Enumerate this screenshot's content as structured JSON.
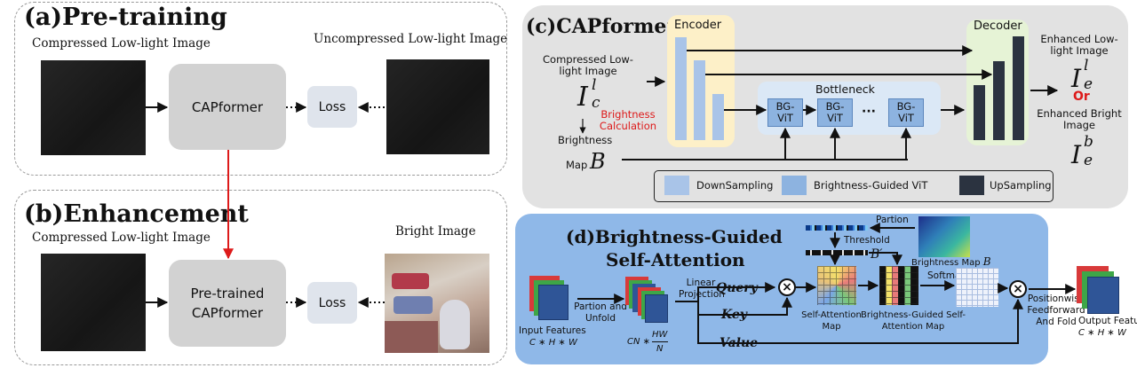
{
  "panel_a": {
    "title": "(a)Pre-training",
    "input_caption": "Compressed Low-light Image",
    "output_caption": "Uncompressed Low-light Image",
    "model_label": "CAPformer",
    "loss_label": "Loss"
  },
  "panel_b": {
    "title": "(b)Enhancement",
    "input_caption": "Compressed Low-light Image",
    "output_caption": "Bright Image",
    "model_label": "Pre-trained CAPformer",
    "loss_label": "Loss"
  },
  "panel_c": {
    "title": "(c)CAPformer",
    "encoder_label": "Encoder",
    "decoder_label": "Decoder",
    "bottleneck_label": "Bottleneck",
    "input_caption": "Compressed Low-light Image",
    "input_symbol": "I",
    "input_sup": "l",
    "input_sub": "c",
    "brightness_calc": "Brightness Calculation",
    "brightness_word": "Brightness",
    "map_word": "Map",
    "map_symbol": "B",
    "bgvit_label": "BG-ViT",
    "ellipsis": "···",
    "output_top_caption": "Enhanced Low-light Image",
    "output_top_symbol": "I",
    "output_top_sup": "l",
    "output_top_sub": "e",
    "or_label": "Or",
    "output_bottom_caption": "Enhanced Bright Image",
    "output_bottom_symbol": "I",
    "output_bottom_sup": "b",
    "output_bottom_sub": "e",
    "legend": [
      "DownSampling",
      "Brightness-Guided ViT",
      "UpSampling"
    ]
  },
  "panel_d": {
    "title_line1": "(d)Brightness-Guided",
    "title_line2": "Self-Attention",
    "input_caption": "Input Features",
    "input_dims": "C ∗ H ∗ W",
    "partition_unfold": "Partion and Unfold",
    "cn_dims": "CN ∗",
    "hw_num": "HW",
    "hw_den": "N",
    "linear_projection": "Linear Projection",
    "query": "Query",
    "key": "Key",
    "value": "Value",
    "partion": "Partion",
    "threshold": "Threshold",
    "b_prime": "B′",
    "brightness_map_label": "Brightness Map",
    "brightness_map_symbol": "B",
    "softmax": "Softmax",
    "sa_map": "Self-Attention Map",
    "bg_sa_map": "Brightness-Guided Self-Attention Map",
    "positionwise": "Positionwise Feedforward And Fold",
    "output_caption": "Output Features",
    "output_dims": "C ∗ H ∗ W"
  },
  "colors": {
    "encoder_bg": "#fdf0c8",
    "decoder_bg": "#e6f3d6",
    "bottleneck_bg": "#dbe8f6",
    "downsampling": "#a9c4e8",
    "bgvit": "#8db3e0",
    "upsampling": "#2b3340",
    "panel_c_bg": "#e2e2e2",
    "panel_d_bg": "#8fb8e8",
    "accent_red": "#dd1a1a"
  }
}
